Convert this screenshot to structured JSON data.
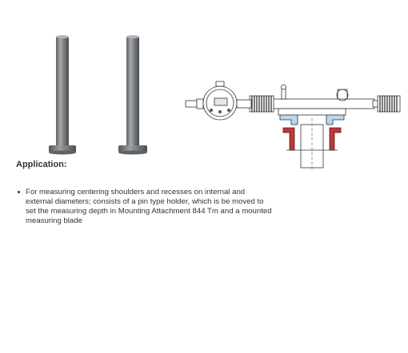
{
  "section": {
    "heading": "Application:",
    "bullets": [
      "For measuring centering shoulders and recesses on internal and external diameters; consists of a pin type holder, which is be moved to set the measuring depth in Mounting Attachment 844 Tm and a mounted measuring blade"
    ]
  },
  "colors": {
    "pin_metal": "#8a8d90",
    "holder_blue": "#b8d6ec",
    "blade_red": "#b83a3a",
    "outline": "#333333"
  },
  "icons": [
    "pin-holder-photo",
    "dial-indicator-diagram"
  ]
}
